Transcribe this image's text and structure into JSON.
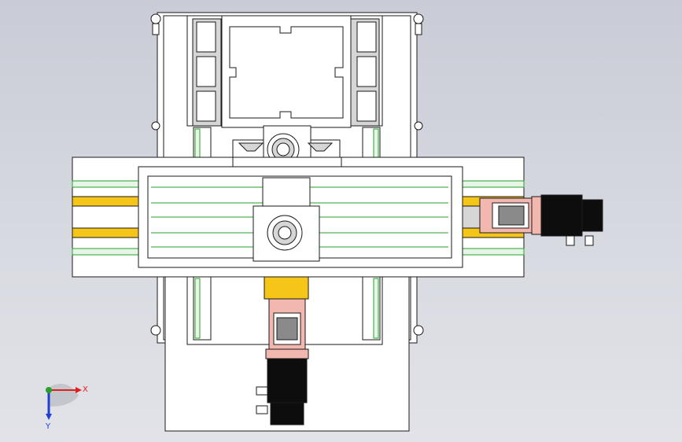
{
  "viewport": {
    "background_top": "#c9ccd6",
    "background_bottom": "#e2e3e8"
  },
  "model": {
    "colors": {
      "frame": "#ffffff",
      "line": "#1a1a1a",
      "rail_green": "#2aa02a",
      "rail_fill": "#e6f5e6",
      "yellow": "#f5c518",
      "motor_body": "#0d0d0d",
      "motor_flange": "#f2b8b0",
      "block_gray": "#8a8a8a",
      "gusset": "#d6d6d6"
    },
    "x_axis_motor": "servo-motor-x",
    "y_axis_motor": "servo-motor-y"
  },
  "triad": {
    "x_label": "X",
    "y_label": "Y",
    "x_color": "#e0201c",
    "y_color": "#1f3fd1",
    "origin_color": "#2aa02a"
  }
}
